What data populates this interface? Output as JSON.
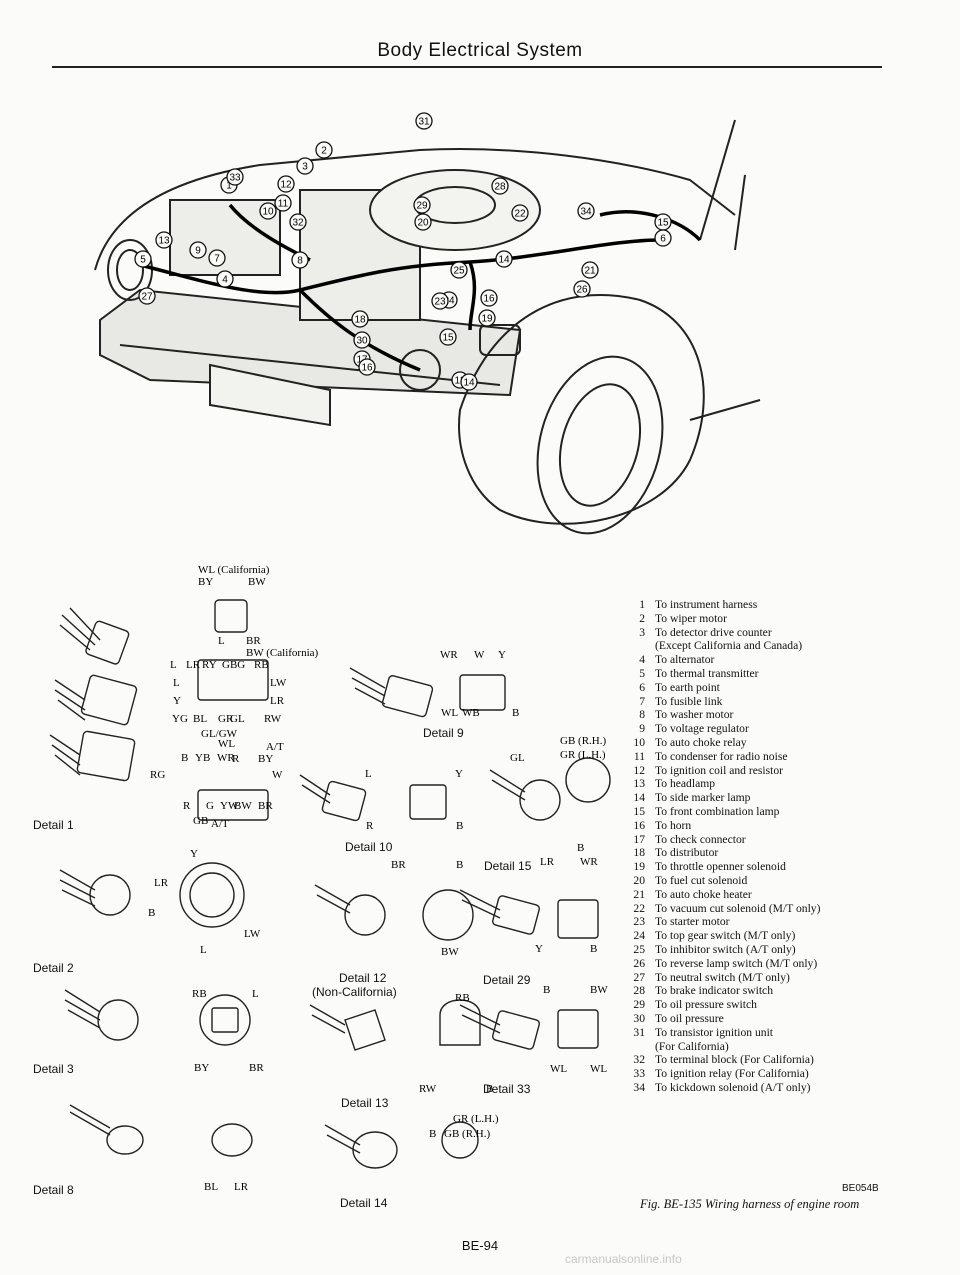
{
  "header": {
    "title": "Body Electrical System"
  },
  "page_number": "BE-94",
  "figure": {
    "code": "BE054B",
    "caption": "Fig. BE-135  Wiring harness of engine room"
  },
  "watermark": "carmanualsonline.info",
  "callouts": [
    "31",
    "2",
    "3",
    "1",
    "33",
    "12",
    "28",
    "11",
    "10",
    "32",
    "29",
    "20",
    "22",
    "34",
    "13",
    "9",
    "7",
    "8",
    "5",
    "4",
    "14",
    "15",
    "6",
    "21",
    "26",
    "27",
    "24",
    "25",
    "16",
    "18",
    "19",
    "23",
    "30",
    "17",
    "13",
    "15",
    "16",
    "14"
  ],
  "details": {
    "d1": {
      "label": "Detail 1",
      "pins": [
        "WL (California)",
        "BY",
        "BW",
        "L",
        "BR",
        "BW (California)",
        "L",
        "LR",
        "RY",
        "GBG",
        "RB",
        "L",
        "LW",
        "Y",
        "LR",
        "YG",
        "BL",
        "GR",
        "GL",
        "RW",
        "GL/GW",
        "WL",
        "A/T",
        "B",
        "YB",
        "WR",
        "R",
        "BY",
        "RG",
        "W",
        "R",
        "G",
        "YW",
        "BW",
        "BR",
        "GB",
        "A/T"
      ]
    },
    "d2": {
      "label": "Detail 2",
      "pins": [
        "Y",
        "LR",
        "B",
        "LW",
        "L"
      ]
    },
    "d3": {
      "label": "Detail 3",
      "pins": [
        "RB",
        "L",
        "BY",
        "BR"
      ]
    },
    "d8": {
      "label": "Detail 8",
      "pins": [
        "BL",
        "LR"
      ]
    },
    "d9": {
      "label": "Detail 9",
      "pins": [
        "WR",
        "W",
        "Y",
        "WL",
        "WB",
        "B"
      ]
    },
    "d10": {
      "label": "Detail 10",
      "pins": [
        "L",
        "Y",
        "R",
        "B"
      ]
    },
    "d12": {
      "label": "Detail 12",
      "sub": "(Non-California)",
      "pins": [
        "BR",
        "B",
        "BW"
      ]
    },
    "d13": {
      "label": "Detail 13",
      "pins": [
        "RB",
        "RW",
        "B"
      ]
    },
    "d14": {
      "label": "Detail 14",
      "pins": [
        "GR (L.H.)",
        "B",
        "GB (R.H.)"
      ]
    },
    "d15": {
      "label": "Detail 15",
      "pins": [
        "GL",
        "GB (R.H.)",
        "GR (L.H.)",
        "B"
      ]
    },
    "d29": {
      "label": "Detail 29",
      "pins": [
        "LR",
        "WR",
        "Y",
        "B"
      ]
    },
    "d33": {
      "label": "Detail 33",
      "pins": [
        "B",
        "BW",
        "WL",
        "WL"
      ]
    }
  },
  "legend": [
    {
      "n": "1",
      "t": "To instrument harness"
    },
    {
      "n": "2",
      "t": "To wiper motor"
    },
    {
      "n": "3",
      "t": "To detector drive counter"
    },
    {
      "n": "",
      "t": "(Except California and Canada)"
    },
    {
      "n": "4",
      "t": "To alternator"
    },
    {
      "n": "5",
      "t": "To thermal transmitter"
    },
    {
      "n": "6",
      "t": "To earth point"
    },
    {
      "n": "7",
      "t": "To fusible link"
    },
    {
      "n": "8",
      "t": "To washer motor"
    },
    {
      "n": "9",
      "t": "To voltage regulator"
    },
    {
      "n": "10",
      "t": "To auto choke relay"
    },
    {
      "n": "11",
      "t": "To condenser for radio noise"
    },
    {
      "n": "12",
      "t": "To ignition coil and resistor"
    },
    {
      "n": "13",
      "t": "To headlamp"
    },
    {
      "n": "14",
      "t": "To side marker lamp"
    },
    {
      "n": "15",
      "t": "To front combination lamp"
    },
    {
      "n": "16",
      "t": "To horn"
    },
    {
      "n": "17",
      "t": "To check connector"
    },
    {
      "n": "18",
      "t": "To distributor"
    },
    {
      "n": "19",
      "t": "To throttle openner solenoid"
    },
    {
      "n": "20",
      "t": "To fuel cut solenoid"
    },
    {
      "n": "21",
      "t": "To auto choke heater"
    },
    {
      "n": "22",
      "t": "To vacuum cut solenoid (M/T only)"
    },
    {
      "n": "23",
      "t": "To starter motor"
    },
    {
      "n": "24",
      "t": "To top gear switch (M/T only)"
    },
    {
      "n": "25",
      "t": "To inhibitor switch (A/T only)"
    },
    {
      "n": "26",
      "t": "To reverse lamp switch (M/T only)"
    },
    {
      "n": "27",
      "t": "To neutral switch (M/T only)"
    },
    {
      "n": "28",
      "t": "To brake indicator switch"
    },
    {
      "n": "29",
      "t": "To oil pressure switch"
    },
    {
      "n": "30",
      "t": "To oil pressure"
    },
    {
      "n": "31",
      "t": "To transistor ignition unit"
    },
    {
      "n": "",
      "t": "(For California)"
    },
    {
      "n": "32",
      "t": "To terminal block (For California)"
    },
    {
      "n": "33",
      "t": "To ignition relay (For California)"
    },
    {
      "n": "34",
      "t": "To kickdown solenoid (A/T only)"
    }
  ]
}
